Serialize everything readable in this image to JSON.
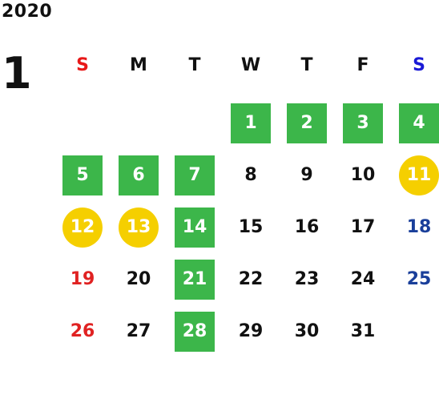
{
  "calendar": {
    "year": "2020",
    "month": "1",
    "weekdays": [
      "S",
      "M",
      "T",
      "W",
      "T",
      "F",
      "S"
    ],
    "colors": {
      "green": "#3cb64a",
      "yellow": "#f5cf00",
      "sunday": "#e02222",
      "saturday": "#1a3f9a"
    },
    "days": [
      {
        "n": "1",
        "style": "green"
      },
      {
        "n": "2",
        "style": "green"
      },
      {
        "n": "3",
        "style": "green"
      },
      {
        "n": "4",
        "style": "green"
      },
      {
        "n": "5",
        "style": "green"
      },
      {
        "n": "6",
        "style": "green"
      },
      {
        "n": "7",
        "style": "green"
      },
      {
        "n": "8",
        "style": "plain"
      },
      {
        "n": "9",
        "style": "plain"
      },
      {
        "n": "10",
        "style": "plain"
      },
      {
        "n": "11",
        "style": "yellow"
      },
      {
        "n": "12",
        "style": "yellow"
      },
      {
        "n": "13",
        "style": "yellow"
      },
      {
        "n": "14",
        "style": "green"
      },
      {
        "n": "15",
        "style": "plain"
      },
      {
        "n": "16",
        "style": "plain"
      },
      {
        "n": "17",
        "style": "plain"
      },
      {
        "n": "18",
        "style": "plain"
      },
      {
        "n": "19",
        "style": "plain"
      },
      {
        "n": "20",
        "style": "plain"
      },
      {
        "n": "21",
        "style": "green"
      },
      {
        "n": "22",
        "style": "plain"
      },
      {
        "n": "23",
        "style": "plain"
      },
      {
        "n": "24",
        "style": "plain"
      },
      {
        "n": "25",
        "style": "plain"
      },
      {
        "n": "26",
        "style": "plain"
      },
      {
        "n": "27",
        "style": "plain"
      },
      {
        "n": "28",
        "style": "green"
      },
      {
        "n": "29",
        "style": "plain"
      },
      {
        "n": "30",
        "style": "plain"
      },
      {
        "n": "31",
        "style": "plain"
      }
    ]
  }
}
